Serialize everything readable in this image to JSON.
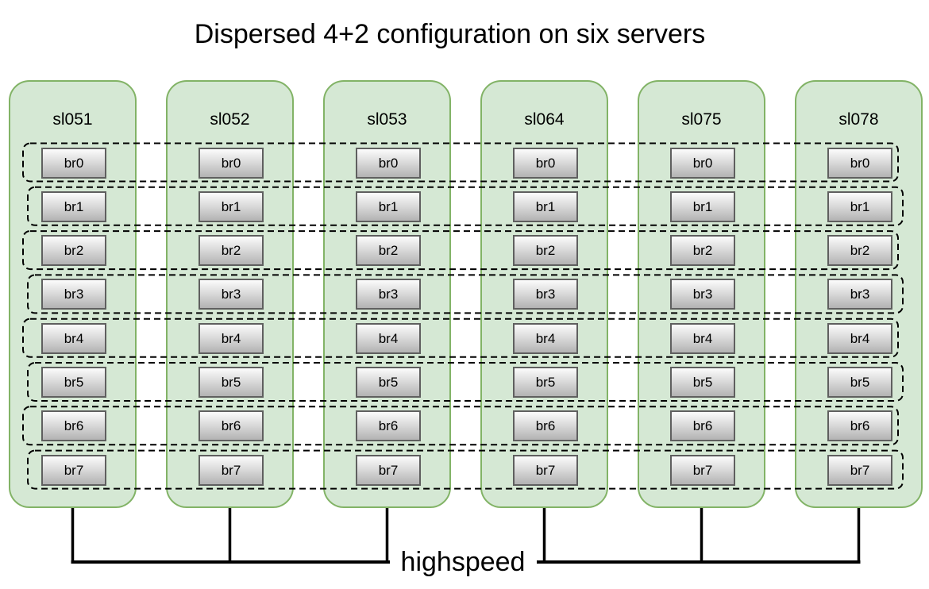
{
  "title": "Dispersed 4+2 configuration on six servers",
  "servers": [
    {
      "name": "sl051",
      "bricks": [
        "br0",
        "br1",
        "br2",
        "br3",
        "br4",
        "br5",
        "br6",
        "br7"
      ]
    },
    {
      "name": "sl052",
      "bricks": [
        "br0",
        "br1",
        "br2",
        "br3",
        "br4",
        "br5",
        "br6",
        "br7"
      ]
    },
    {
      "name": "sl053",
      "bricks": [
        "br0",
        "br1",
        "br2",
        "br3",
        "br4",
        "br5",
        "br6",
        "br7"
      ]
    },
    {
      "name": "sl064",
      "bricks": [
        "br0",
        "br1",
        "br2",
        "br3",
        "br4",
        "br5",
        "br6",
        "br7"
      ]
    },
    {
      "name": "sl075",
      "bricks": [
        "br0",
        "br1",
        "br2",
        "br3",
        "br4",
        "br5",
        "br6",
        "br7"
      ]
    },
    {
      "name": "sl078",
      "bricks": [
        "br0",
        "br1",
        "br2",
        "br3",
        "br4",
        "br5",
        "br6",
        "br7"
      ]
    }
  ],
  "network": {
    "label": "highspeed"
  },
  "disperse_sets": {
    "count": 8,
    "outline_style": "dashed"
  },
  "colors": {
    "server_fill": "#d5e8d4",
    "server_border": "#82b366",
    "brick_top": "#fcfcfc",
    "brick_bottom": "#b3b3b3",
    "brick_border": "#5f5f5f",
    "line_color": "#000000"
  }
}
